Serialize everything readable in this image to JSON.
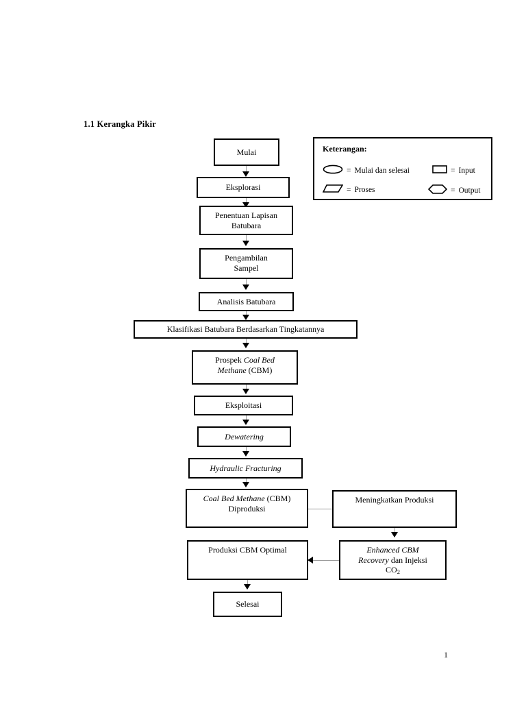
{
  "document": {
    "section_title": "1.1 Kerangka Pikir",
    "page_number": "1"
  },
  "legend": {
    "title": "Keterangan:",
    "items": [
      {
        "shape": "ellipse",
        "icon_name": "ellipse-shape-icon",
        "equals": "=",
        "label": "Mulai dan selesai"
      },
      {
        "shape": "rectangle",
        "icon_name": "rectangle-shape-icon",
        "equals": "=",
        "label": "Input"
      },
      {
        "shape": "parallelogram",
        "icon_name": "parallelogram-shape-icon",
        "equals": "=",
        "label": "Proses"
      },
      {
        "shape": "hexagon",
        "icon_name": "hexagon-shape-icon",
        "equals": "=",
        "label": "Output"
      }
    ]
  },
  "flowchart": {
    "nodes": {
      "mulai": "Mulai",
      "eksplorasi": "Eksplorasi",
      "penentuan_lapisan_line1": "Penentuan Lapisan",
      "penentuan_lapisan_line2": "Batubara",
      "pengambilan_line1": "Pengambilan",
      "pengambilan_line2": "Sampel",
      "analisis_batubara": "Analisis Batubara",
      "klasifikasi": "Klasifikasi Batubara Berdasarkan Tingkatannya",
      "prospek_cbm_pre": "Prospek ",
      "prospek_cbm_italic1": "Coal Bed",
      "prospek_cbm_italic2": "Methane",
      "prospek_cbm_post": " (CBM)",
      "eksploitasi": "Eksploitasi",
      "dewatering": "Dewatering",
      "hydraulic_fracturing": "Hydraulic Fracturing",
      "cbm_diproduksi_italic": "Coal Bed Methane",
      "cbm_diproduksi_post": " (CBM)",
      "cbm_diproduksi_line2": "Diproduksi",
      "meningkatkan_produksi": "Meningkatkan Produksi",
      "enhanced_italic1": "Enhanced CBM",
      "enhanced_italic2": "Recovery",
      "enhanced_post": " dan Injeksi",
      "enhanced_line3_pre": "CO",
      "enhanced_line3_sub": "2",
      "produksi_optimal": "Produksi CBM Optimal",
      "selesai": "Selesai"
    },
    "colors": {
      "box_border": "#000000",
      "connector": "#9a9a9a",
      "arrowhead": "#000000",
      "background": "#ffffff",
      "text": "#000000"
    }
  }
}
